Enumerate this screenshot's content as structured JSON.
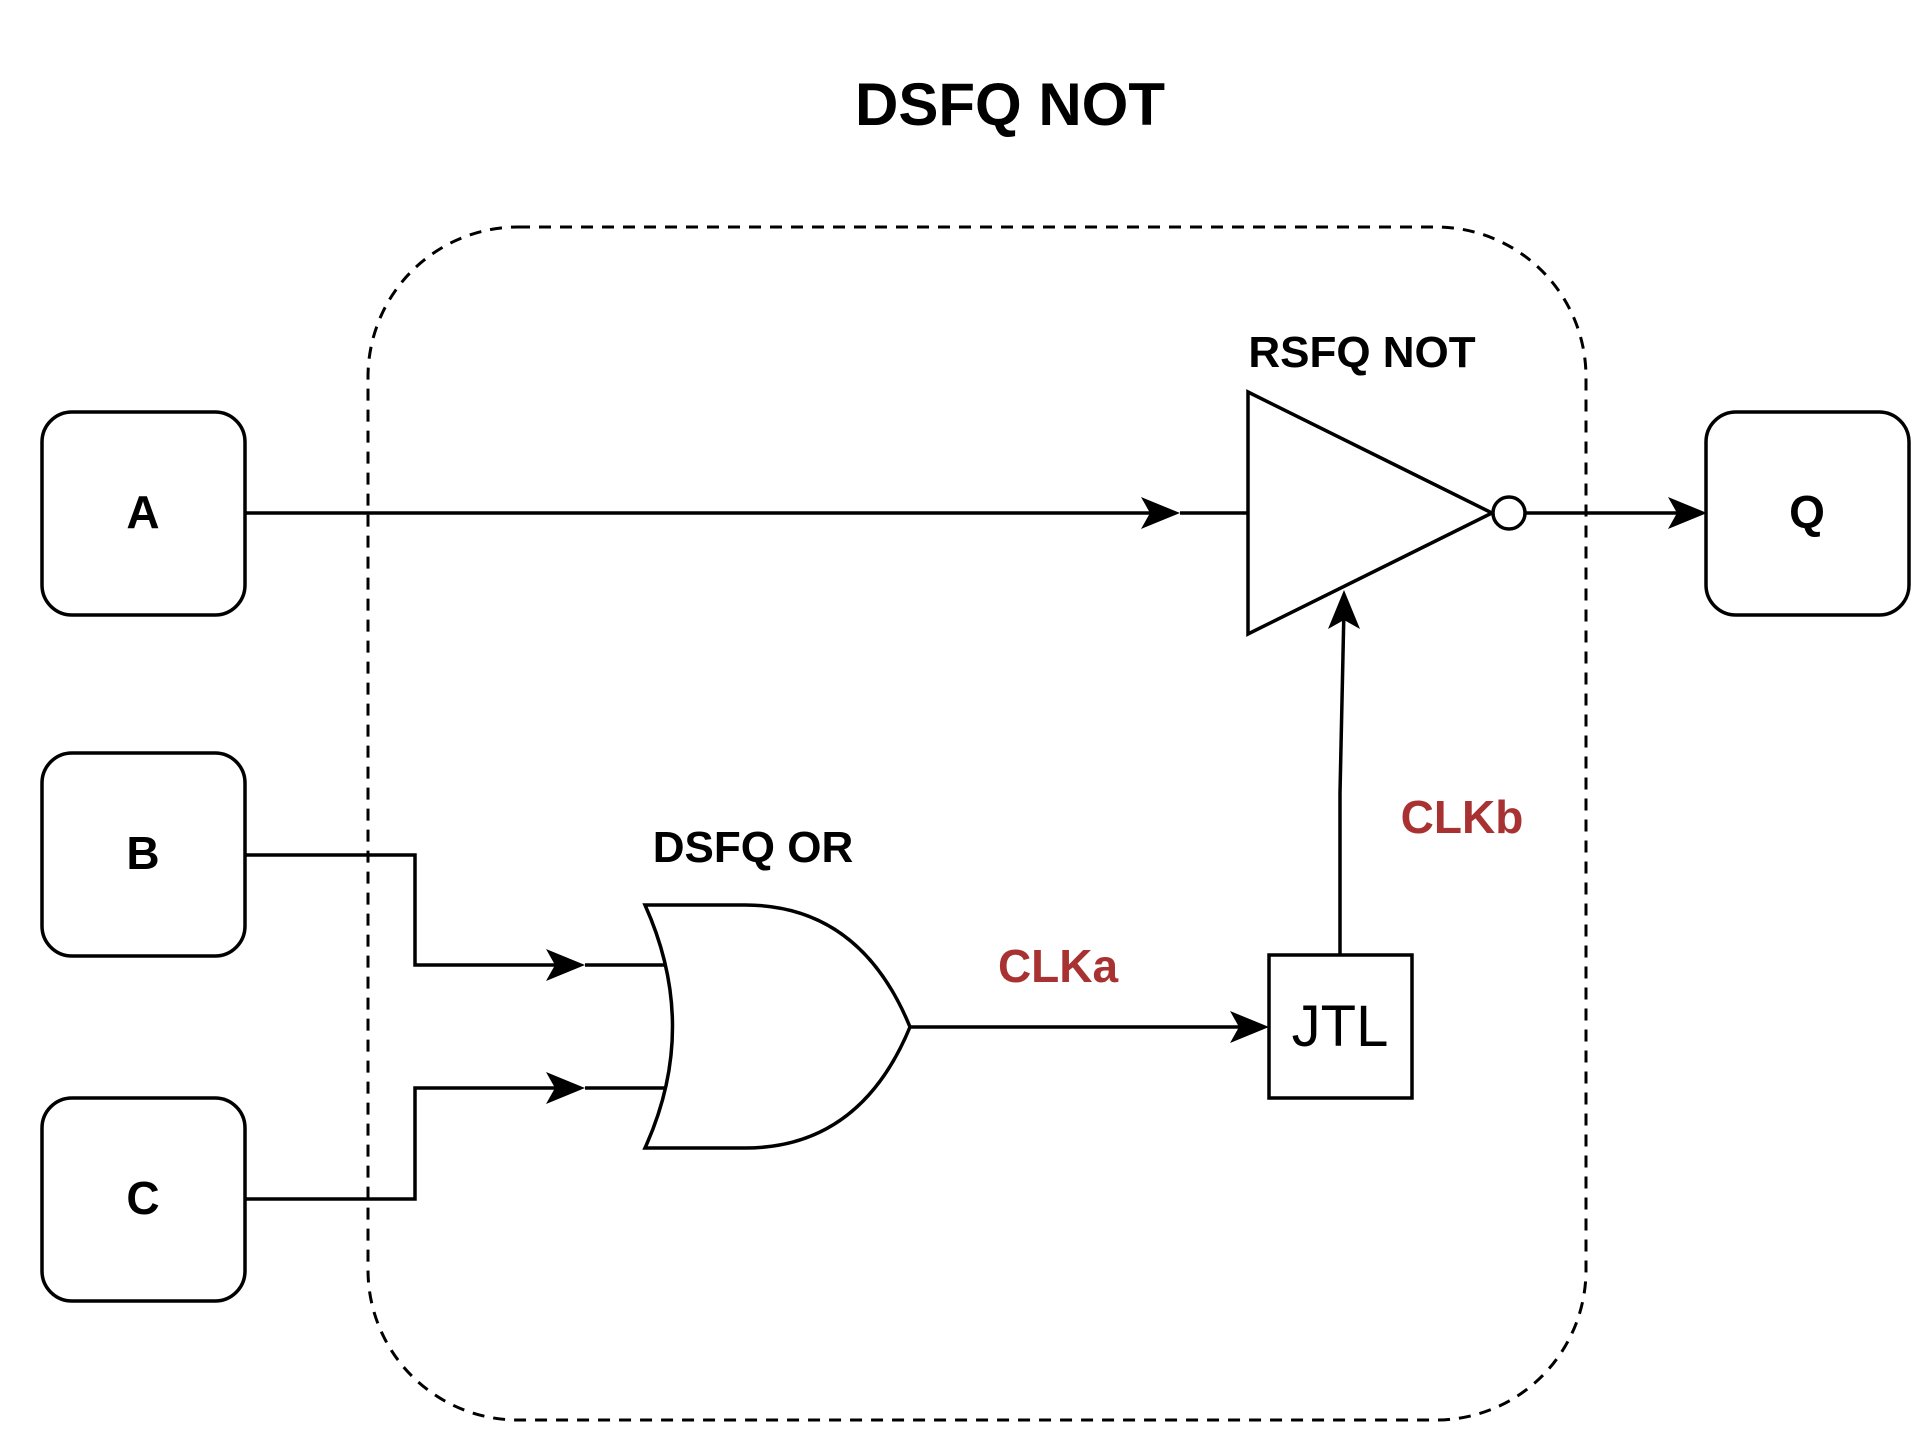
{
  "title": "DSFQ NOT",
  "inputs": {
    "a": "A",
    "b": "B",
    "c": "C"
  },
  "output": {
    "q": "Q"
  },
  "gates": {
    "rsfq_not": "RSFQ NOT",
    "dsfq_or": "DSFQ OR",
    "jtl": "JTL"
  },
  "signals": {
    "clka": "CLKa",
    "clkb": "CLKb"
  },
  "colors": {
    "signal_label": "#a83232",
    "stroke": "#000000",
    "background": "#ffffff"
  }
}
